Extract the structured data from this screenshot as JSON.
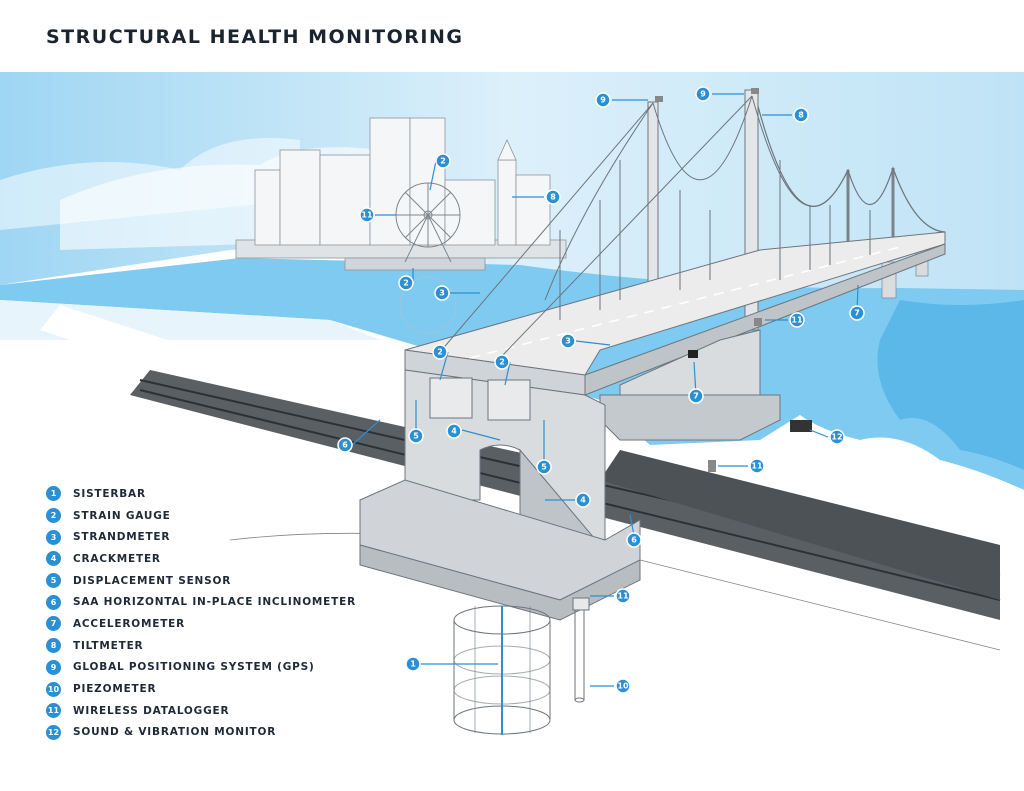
{
  "title": "STRUCTURAL HEALTH MONITORING",
  "legend": [
    {
      "num": "1",
      "label": "SISTERBAR"
    },
    {
      "num": "2",
      "label": "STRAIN GAUGE"
    },
    {
      "num": "3",
      "label": "STRANDMETER"
    },
    {
      "num": "4",
      "label": "CRACKMETER"
    },
    {
      "num": "5",
      "label": "DISPLACEMENT SENSOR"
    },
    {
      "num": "6",
      "label": "SAA HORIZONTAL IN-PLACE INCLINOMETER"
    },
    {
      "num": "7",
      "label": "ACCELEROMETER"
    },
    {
      "num": "8",
      "label": "TILTMETER"
    },
    {
      "num": "9",
      "label": "GLOBAL POSITIONING SYSTEM (GPS)"
    },
    {
      "num": "10",
      "label": "PIEZOMETER"
    },
    {
      "num": "11",
      "label": "WIRELESS DATALOGGER"
    },
    {
      "num": "12",
      "label": "SOUND & VIBRATION MONITOR"
    }
  ],
  "callouts": [
    "9",
    "9",
    "8",
    "2",
    "8",
    "11",
    "2",
    "3",
    "3",
    "2",
    "2",
    "5",
    "4",
    "5",
    "6",
    "4",
    "6",
    "11",
    "10",
    "1",
    "11",
    "12",
    "7",
    "7"
  ],
  "colors": {
    "accent": "#2b8fd3",
    "sky": "#cde8f7",
    "water": "#7fcaf0",
    "structure": "#d9dcdf"
  }
}
